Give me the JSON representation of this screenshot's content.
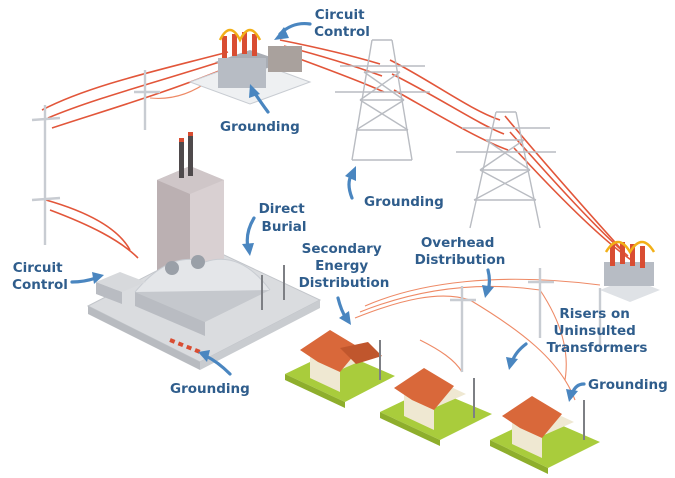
{
  "labels": {
    "circuit_control_top": [
      "Circuit",
      "Control"
    ],
    "grounding_top": "Grounding",
    "grounding_mid": "Grounding",
    "direct_burial": [
      "Direct",
      "Burial"
    ],
    "overhead_distribution": [
      "Overhead",
      "Distribution"
    ],
    "secondary_energy_distribution": [
      "Secondary",
      "Energy",
      "Distribution"
    ],
    "circuit_control_left": [
      "Circuit",
      "Control"
    ],
    "risers": [
      "Risers on",
      "Uninsulted",
      "Transformers"
    ],
    "grounding_right": "Grounding",
    "grounding_bottom": "Grounding"
  },
  "colors": {
    "label_text": "#2f5d8c",
    "arrow": "#4a86c0",
    "wire": "#e2563a",
    "ground": "#b4d454",
    "roof": "#d9683a",
    "building": "#c9bdbf",
    "tower": "#c2c5ca"
  }
}
